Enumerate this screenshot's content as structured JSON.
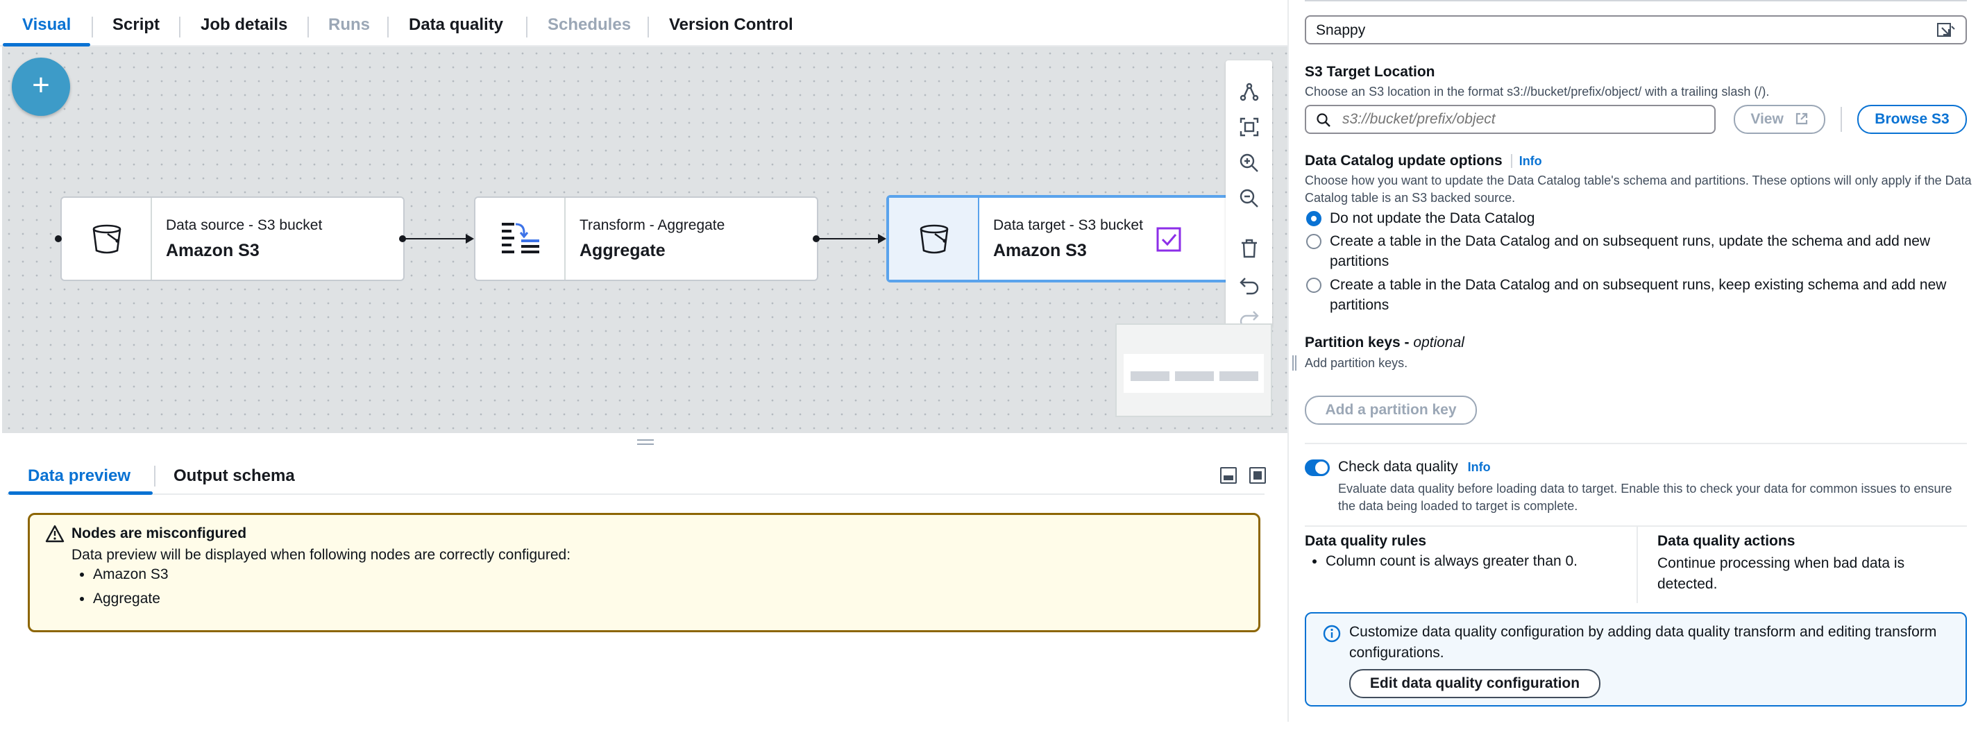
{
  "tabs": [
    {
      "label": "Visual",
      "state": "active"
    },
    {
      "label": "Script",
      "state": "enabled"
    },
    {
      "label": "Job details",
      "state": "enabled"
    },
    {
      "label": "Runs",
      "state": "disabled"
    },
    {
      "label": "Data quality",
      "state": "enabled"
    },
    {
      "label": "Schedules",
      "state": "disabled"
    },
    {
      "label": "Version Control",
      "state": "enabled"
    }
  ],
  "canvas": {
    "add_label": "+",
    "nodes": [
      {
        "subtitle": "Data source - S3 bucket",
        "title": "Amazon S3",
        "icon": "bucket-icon"
      },
      {
        "subtitle": "Transform - Aggregate",
        "title": "Aggregate",
        "icon": "aggregate-icon"
      },
      {
        "subtitle": "Data target - S3 bucket",
        "title": "Amazon S3",
        "icon": "bucket-icon",
        "selected": true
      }
    ],
    "toolbar_icons": [
      "layout-icon",
      "fit-view-icon",
      "zoom-in-icon",
      "zoom-out-icon",
      "delete-icon",
      "undo-icon",
      "redo-icon"
    ]
  },
  "bottom_tabs": [
    {
      "label": "Data preview",
      "state": "active"
    },
    {
      "label": "Output schema",
      "state": "enabled"
    }
  ],
  "alert": {
    "title": "Nodes are misconfigured",
    "message": "Data preview will be displayed when following nodes are correctly configured:",
    "items": [
      "Amazon S3",
      "Aggregate"
    ]
  },
  "right": {
    "compression_value": "Snappy",
    "s3_target": {
      "label": "S3 Target Location",
      "description": "Choose an S3 location in the format s3://bucket/prefix/object/ with a trailing slash (/).",
      "placeholder": "s3://bucket/prefix/object",
      "view_label": "View",
      "browse_label": "Browse S3"
    },
    "catalog": {
      "label": "Data Catalog update options",
      "info": "Info",
      "description": "Choose how you want to update the Data Catalog table's schema and partitions. These options will only apply if the Data Catalog table is an S3 backed source.",
      "options": [
        "Do not update the Data Catalog",
        "Create a table in the Data Catalog and on subsequent runs, update the schema and add new partitions",
        "Create a table in the Data Catalog and on subsequent runs, keep existing schema and add new partitions"
      ],
      "selected": 0
    },
    "partition": {
      "label": "Partition keys - ",
      "optional": "optional",
      "description": "Add partition keys.",
      "button": "Add a partition key"
    },
    "dq": {
      "label": "Check data quality",
      "info": "Info",
      "enabled": true,
      "description": "Evaluate data quality before loading data to target. Enable this to check your data for common issues to ensure the data being loaded to target is complete.",
      "rules_label": "Data quality rules",
      "rules": [
        "Column count is always greater than 0."
      ],
      "actions_label": "Data quality actions",
      "actions_text": "Continue processing when bad data is detected.",
      "info_text": "Customize data quality configuration by adding data quality transform and editing transform configurations.",
      "edit_button": "Edit data quality configuration"
    }
  }
}
